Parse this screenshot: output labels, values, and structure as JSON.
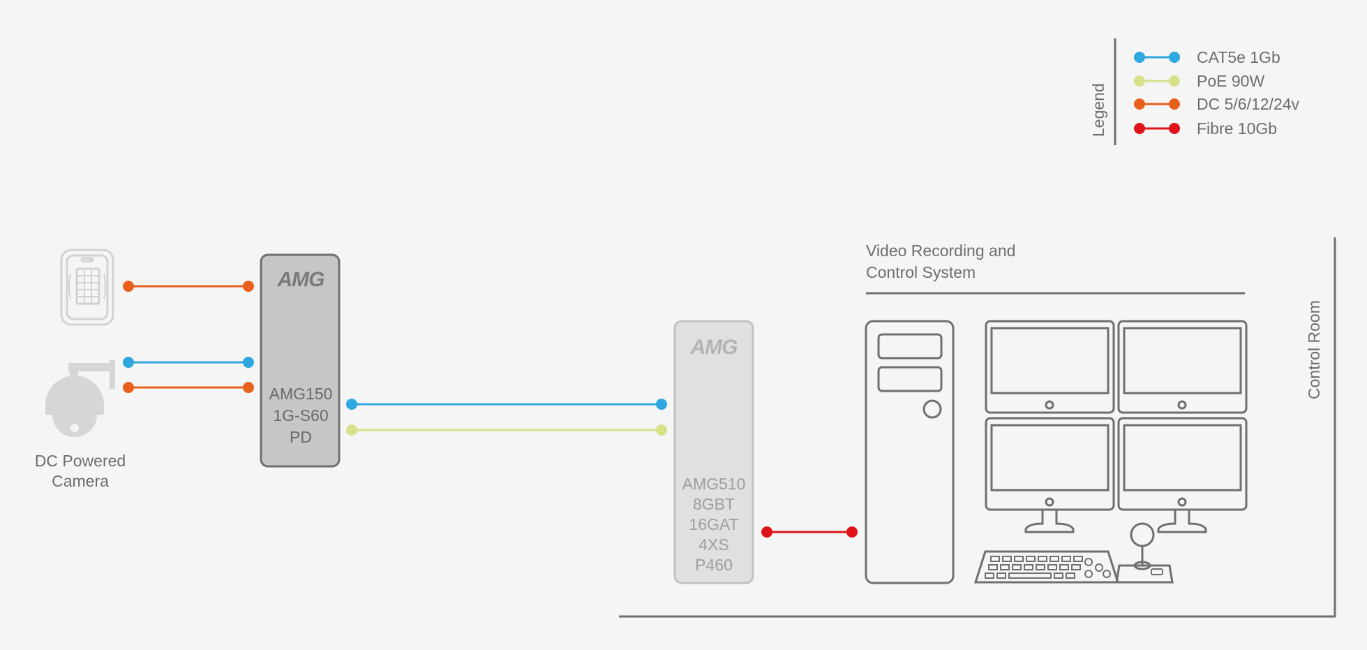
{
  "legend": {
    "title": "Legend",
    "items": [
      {
        "label": "CAT5e 1Gb",
        "color": "#2ea8de"
      },
      {
        "label": "PoE 90W",
        "color": "#d8e08a"
      },
      {
        "label": "DC 5/6/12/24v",
        "color": "#e8601c"
      },
      {
        "label": "Fibre 10Gb",
        "color": "#e0121a"
      }
    ]
  },
  "devices": {
    "switch_small": {
      "logo": "AMG",
      "model_lines": [
        "AMG150",
        "1G-S60",
        "PD"
      ]
    },
    "switch_large": {
      "logo": "AMG",
      "model_lines": [
        "AMG510",
        "8GBT",
        "16GAT",
        "4XS",
        "P460"
      ]
    }
  },
  "camera": {
    "label_lines": [
      "DC Powered",
      "Camera"
    ]
  },
  "control_system": {
    "label_lines": [
      "Video Recording and",
      "Control System"
    ]
  },
  "control_room": {
    "label": "Control Room"
  },
  "colors": {
    "background": "#f5f5f5",
    "device_dark": "#c6c6c6",
    "device_light": "#e0e0e0",
    "outline": "#6f6f6f"
  },
  "icons": [
    "keypad-icon",
    "ptz-camera-icon",
    "pc-tower-icon",
    "monitor-icon",
    "keyboard-icon",
    "joystick-icon"
  ]
}
